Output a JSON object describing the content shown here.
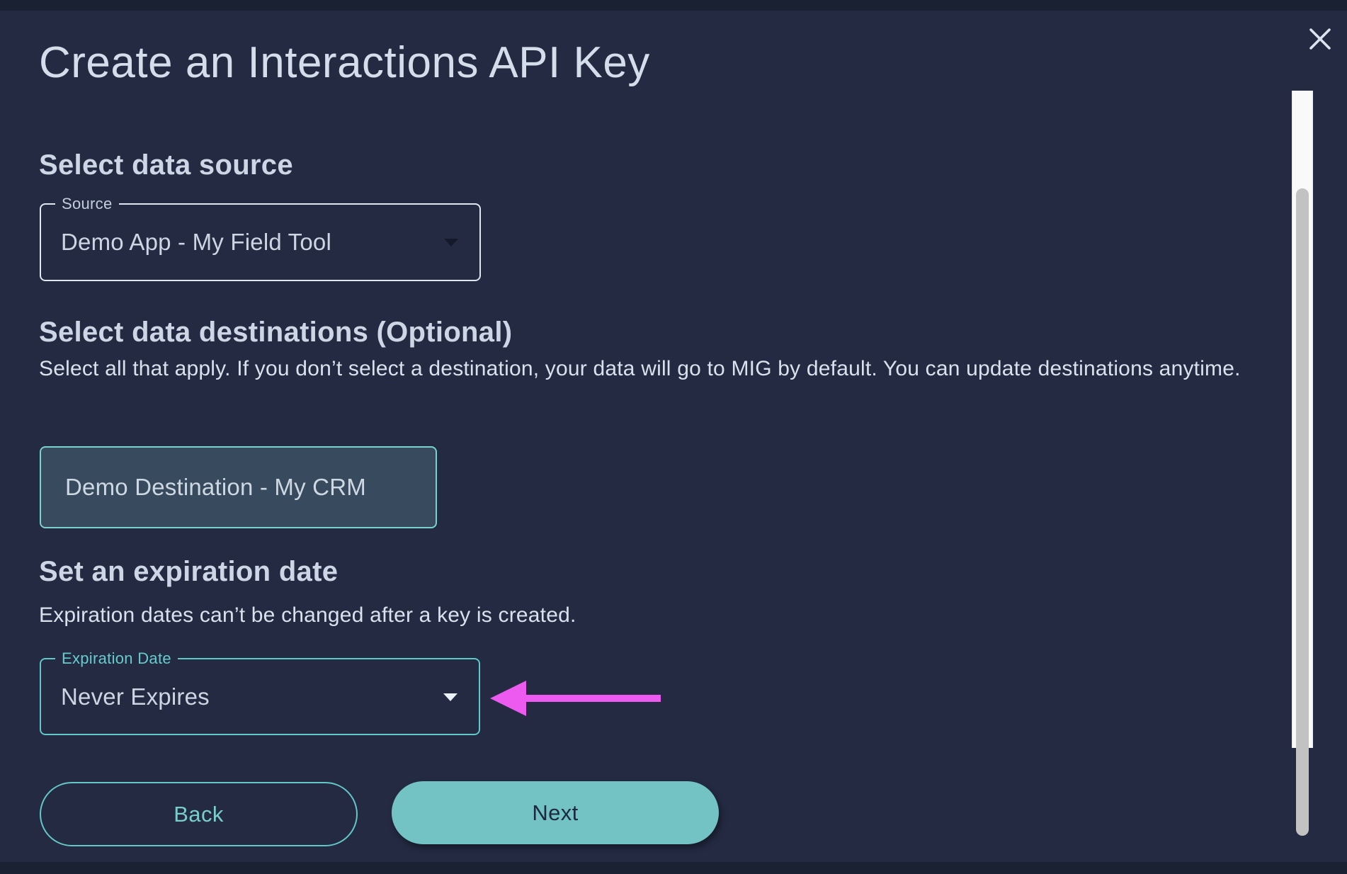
{
  "modal": {
    "title": "Create an Interactions API Key"
  },
  "source_section": {
    "heading": "Select data source",
    "field_label": "Source",
    "field_value": "Demo App - My Field Tool"
  },
  "destinations_section": {
    "heading": "Select data destinations (Optional)",
    "description": "Select all that apply. If you don’t select a destination, your data will go to MIG by default. You can update destinations anytime.",
    "options": [
      {
        "label": "Demo Destination - My CRM",
        "selected": true
      }
    ]
  },
  "expiration_section": {
    "heading": "Set an expiration date",
    "description": "Expiration dates can’t be changed after a key is created.",
    "field_label": "Expiration Date",
    "field_value": "Never Expires"
  },
  "actions": {
    "back_label": "Back",
    "next_label": "Next"
  },
  "icons": {
    "close": "close-x",
    "select_caret": "chevron-down",
    "annotation": "magenta-arrow-pointing-left-at-expiration-select"
  },
  "colors": {
    "modal_background": "#232a42",
    "backdrop": "#1a2133",
    "accent_teal": "#5fc8c8",
    "next_button_fill": "#73c3c5",
    "annotation_pink": "#ec5af0",
    "field_outline_light": "#dfe6f0",
    "destination_chip_fill": "#384a5d"
  }
}
